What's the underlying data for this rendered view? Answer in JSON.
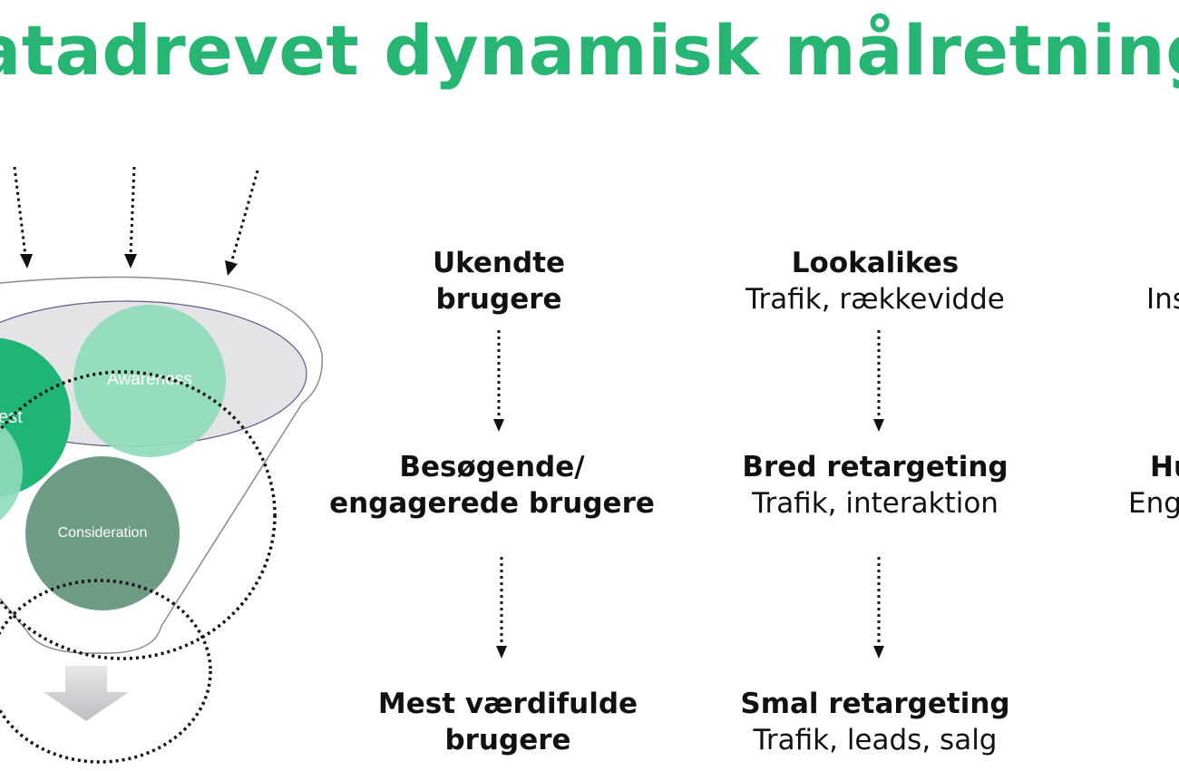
{
  "title": "atadrevet dynamisk målretning",
  "funnel": {
    "awareness": "Awareness",
    "interest": "est",
    "consideration": "Consideration"
  },
  "columns": {
    "users": [
      {
        "line1": "Ukendte",
        "line2": "brugere"
      },
      {
        "line1": "Besøgende/",
        "line2": "engagerede brugere"
      },
      {
        "line1": "Mest værdifulde",
        "line2": "brugere"
      }
    ],
    "targeting": [
      {
        "label": "Lookalikes",
        "goal": "Trafik, rækkevidde"
      },
      {
        "label": "Bred retargeting",
        "goal": "Trafik, interaktion"
      },
      {
        "label": "Smal retargeting",
        "goal": "Trafik, leads, salg"
      }
    ],
    "partial": [
      {
        "text": "Ins"
      },
      {
        "label": "Hu",
        "text": "Eng"
      }
    ]
  },
  "colors": {
    "title": "#27b574",
    "interest": "#1fb574",
    "awareness": "#8fdcbb",
    "consideration": "#6e9b83",
    "funnel_top": "#e4e4e6",
    "arrow_gray": "#c9c9cd"
  }
}
